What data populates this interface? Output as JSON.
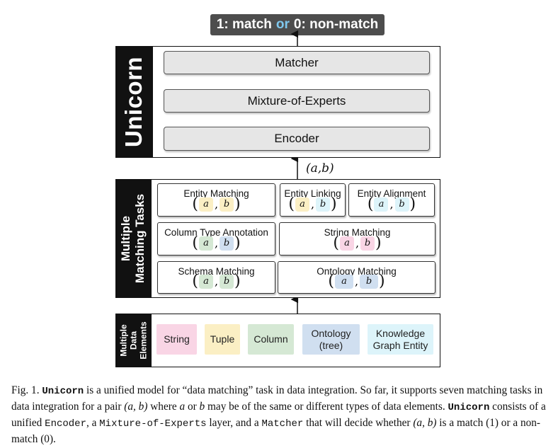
{
  "output": {
    "part1": "1: match",
    "or": "or",
    "part2": "0: non-match"
  },
  "model": {
    "name": "Unicorn",
    "layers": [
      "Matcher",
      "Mixture-of-Experts",
      "Encoder"
    ]
  },
  "pair_label": "(a,b)",
  "tasks": {
    "sidebar_line1": "Multiple",
    "sidebar_line2": "Matching Tasks",
    "items": [
      {
        "title": "Entity Matching",
        "a": "a",
        "b": "b"
      },
      {
        "title": "Entity Linking",
        "a": "a",
        "b": "b"
      },
      {
        "title": "Entity Alignment",
        "a": "a",
        "b": "b"
      },
      {
        "title": "Column Type Annotation",
        "a": "a",
        "b": "b"
      },
      {
        "title": "String Matching",
        "a": "a",
        "b": "b"
      },
      {
        "title": "Schema Matching",
        "a": "a",
        "b": "b"
      },
      {
        "title": "Ontology Matching",
        "a": "a",
        "b": "b"
      }
    ]
  },
  "elements": {
    "sidebar_line1": "Multiple",
    "sidebar_line2": "Data",
    "sidebar_line3": "Elements",
    "items": [
      {
        "label": "String",
        "color": "#f9d5e5"
      },
      {
        "label": "Tuple",
        "color": "#fbefc4"
      },
      {
        "label": "Column",
        "color": "#d5e8d4"
      },
      {
        "label": "Ontology\n(tree)",
        "color": "#d0dff0"
      },
      {
        "label": "Knowledge\nGraph Entity",
        "color": "#ddf4fa"
      }
    ]
  },
  "colors": {
    "string": "#f9d5e5",
    "tuple": "#fbefc4",
    "column": "#d5e8d4",
    "ontology": "#d0dff0",
    "kg": "#ddf4fa"
  },
  "caption": {
    "fig": "Fig. 1.",
    "name": "Unicorn",
    "t1": "is a unified model for “data matching” task in data integration. So far, it supports seven matching tasks in data integration for a pair",
    "pair": "(a, b)",
    "t2": "where",
    "a": "a",
    "t3": "or",
    "b": "b",
    "t4": "may be of the same or different types of data elements.",
    "name2": "Unicorn",
    "t5": "consists of a unified",
    "enc": "Encoder",
    "t6": ", a",
    "moe": "Mixture-of-Experts",
    "t7": "layer, and a",
    "mat": "Matcher",
    "t8": "that will decide whether",
    "pair2": "(a, b)",
    "t9": "is a match (1) or a non-match (0)."
  }
}
